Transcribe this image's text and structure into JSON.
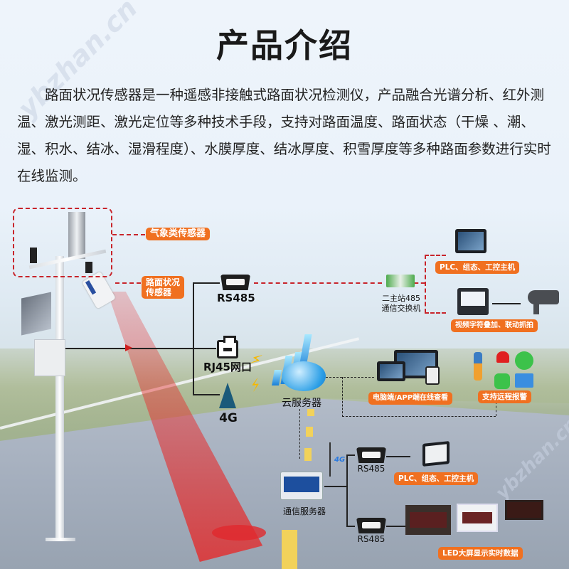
{
  "header": {
    "title": "产品介绍",
    "description": "路面状况传感器是一种遥感非接触式路面状况检测仪，产品融合光谱分析、红外测温、激光测距、激光定位等多种技术手段，支持对路面温度、路面状态（干燥 、潮、湿、积水、结冰、湿滑程度）、水膜厚度、结冰厚度、积雪厚度等多种路面参数进行实时在线监测。"
  },
  "watermark": "ybzhan.cn",
  "sensors": {
    "weather_sensor_label": "气象类传感器",
    "road_sensor_label_line1": "路面状况",
    "road_sensor_label_line2": "传感器"
  },
  "interfaces": {
    "rs485_top": "RS485",
    "rj45": "RJ45网口",
    "cellular": "4G",
    "cloud_server": "云服务器"
  },
  "switch": {
    "label_line1": "二主站485",
    "label_line2": "通信交换机"
  },
  "outputs_top": {
    "plc_label": "PLC、组态、工控主机",
    "video_label": "视频字符叠加、联动抓拍"
  },
  "cloud_outputs": {
    "pc_app_label": "电脑端/APP端在线查看",
    "alarm_label": "支持远程报警"
  },
  "comm_server": {
    "label": "通信服务器",
    "antenna_badge": "4G",
    "rs485_a": "RS485",
    "rs485_b": "RS485",
    "plc_label": "PLC、组态、工控主机",
    "led_label": "LED大屏显示实时数据"
  },
  "colors": {
    "accent_orange": "#f07020",
    "dash_red": "#c8242b",
    "laser_red": "#e6282d",
    "title_text": "#1a1a1a"
  }
}
